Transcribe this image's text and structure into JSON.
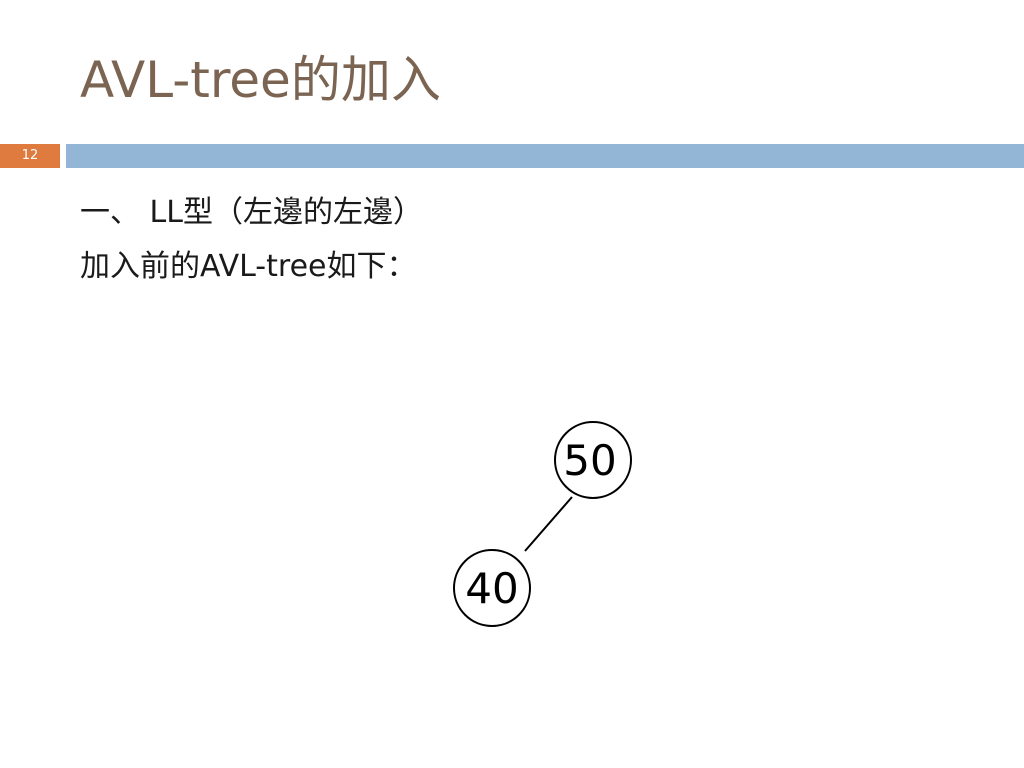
{
  "slide": {
    "title": "AVL-tree的加入",
    "number": "12"
  },
  "body": {
    "line1": "一、 LL型（左邊的左邊）",
    "line2": "加入前的AVL-tree如下："
  },
  "tree": {
    "nodes": [
      {
        "id": "root",
        "label": "50",
        "parent": null
      },
      {
        "id": "left-child",
        "label": "40",
        "parent": "root"
      }
    ]
  }
}
